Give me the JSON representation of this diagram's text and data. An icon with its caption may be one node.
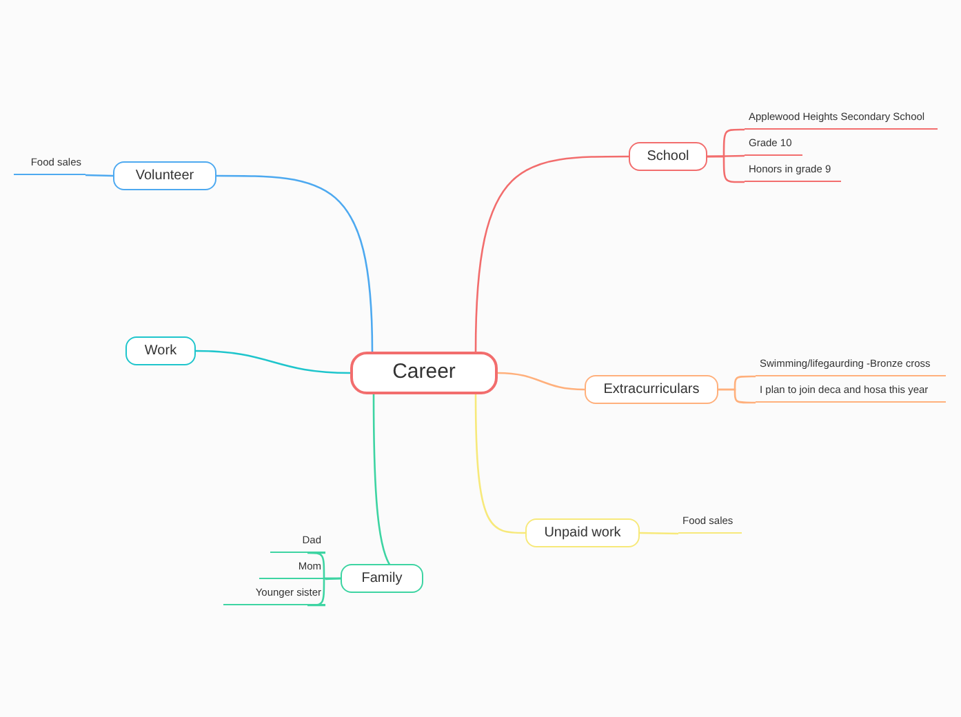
{
  "diagram": {
    "nodes": [
      {
        "text": [
          "Career"
        ]
      },
      {
        "text": [
          "School"
        ]
      },
      {
        "text": [
          "Applewood Heights Secondary School"
        ]
      },
      {
        "text": [
          "Grade 10"
        ]
      },
      {
        "text": [
          "Honors in grade 9"
        ]
      },
      {
        "text": [
          "Extracurriculars"
        ]
      },
      {
        "text": [
          "Swimming/lifegaurding -Bronze cross"
        ]
      },
      {
        "text": [
          "I plan to join deca and hosa this year"
        ]
      },
      {
        "text": [
          "Unpaid work"
        ]
      },
      {
        "text": [
          "Food sales"
        ]
      },
      {
        "text": [
          "Volunteer"
        ]
      },
      {
        "text": [
          "Food sales"
        ]
      },
      {
        "text": [
          "Work"
        ]
      },
      {
        "text": [
          "Family"
        ]
      },
      {
        "text": [
          "Dad"
        ]
      },
      {
        "text": [
          "Mom"
        ]
      },
      {
        "text": [
          "Younger sister"
        ]
      }
    ],
    "edges": [
      {
        "from": 0,
        "to": 1,
        "arrow": "none",
        "color": "#f26d6d"
      },
      {
        "from": 1,
        "to": 2,
        "arrow": "none",
        "color": "#f26d6d"
      },
      {
        "from": 1,
        "to": 3,
        "arrow": "none",
        "color": "#f26d6d"
      },
      {
        "from": 1,
        "to": 4,
        "arrow": "none",
        "color": "#f26d6d"
      },
      {
        "from": 0,
        "to": 5,
        "arrow": "none",
        "color": "#ffb07c"
      },
      {
        "from": 5,
        "to": 6,
        "arrow": "none",
        "color": "#ffb07c"
      },
      {
        "from": 5,
        "to": 7,
        "arrow": "none",
        "color": "#ffb07c"
      },
      {
        "from": 0,
        "to": 8,
        "arrow": "none",
        "color": "#f7e97a"
      },
      {
        "from": 8,
        "to": 9,
        "arrow": "none",
        "color": "#f7e97a"
      },
      {
        "from": 0,
        "to": 10,
        "arrow": "none",
        "color": "#4da9f0"
      },
      {
        "from": 10,
        "to": 11,
        "arrow": "none",
        "color": "#4da9f0"
      },
      {
        "from": 0,
        "to": 12,
        "arrow": "none",
        "color": "#1ec5cc"
      },
      {
        "from": 0,
        "to": 13,
        "arrow": "none",
        "color": "#3dd4a2"
      },
      {
        "from": 13,
        "to": 14,
        "arrow": "none",
        "color": "#3dd4a2"
      },
      {
        "from": 13,
        "to": 15,
        "arrow": "none",
        "color": "#3dd4a2"
      },
      {
        "from": 13,
        "to": 16,
        "arrow": "none",
        "color": "#3dd4a2"
      }
    ]
  }
}
